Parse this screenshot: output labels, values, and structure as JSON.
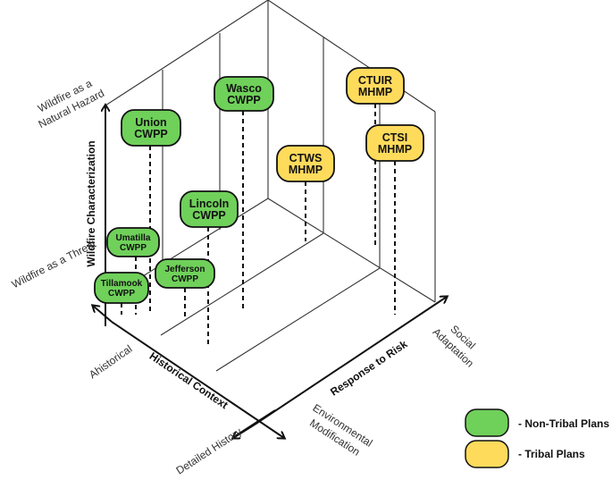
{
  "axes": {
    "vertical_title": "Wildfire Characterization",
    "vertical_top": [
      "Wildfire as a",
      "Natural Hazard"
    ],
    "vertical_bottom": "Wildfire as a Threat",
    "left_title": "Historical Context",
    "left_near": "Ahistorical",
    "left_far": "Detailed History",
    "right_title": "Response to Risk",
    "right_near": [
      "Environmental",
      "Modification"
    ],
    "right_far": [
      "Social",
      "Adaptation"
    ]
  },
  "plans": [
    {
      "id": "union",
      "lines": [
        "Union",
        "CWPP"
      ],
      "type": "non-tribal"
    },
    {
      "id": "wasco",
      "lines": [
        "Wasco",
        "CWPP"
      ],
      "type": "non-tribal"
    },
    {
      "id": "ctuir",
      "lines": [
        "CTUIR",
        "MHMP"
      ],
      "type": "tribal"
    },
    {
      "id": "ctsi",
      "lines": [
        "CTSI",
        "MHMP"
      ],
      "type": "tribal"
    },
    {
      "id": "ctws",
      "lines": [
        "CTWS",
        "MHMP"
      ],
      "type": "tribal"
    },
    {
      "id": "lincoln",
      "lines": [
        "Lincoln",
        "CWPP"
      ],
      "type": "non-tribal"
    },
    {
      "id": "umatilla",
      "lines": [
        "Umatilla",
        "CWPP"
      ],
      "type": "non-tribal"
    },
    {
      "id": "jefferson",
      "lines": [
        "Jefferson",
        "CWPP"
      ],
      "type": "non-tribal"
    },
    {
      "id": "tillamook",
      "lines": [
        "Tillamook",
        "CWPP"
      ],
      "type": "non-tribal"
    }
  ],
  "legend": {
    "non_tribal": "- Non-Tribal Plans",
    "tribal": "- Tribal Plans"
  },
  "colors": {
    "non_tribal": "#6fd05a",
    "tribal": "#ffdb5c",
    "outline": "#111111"
  }
}
